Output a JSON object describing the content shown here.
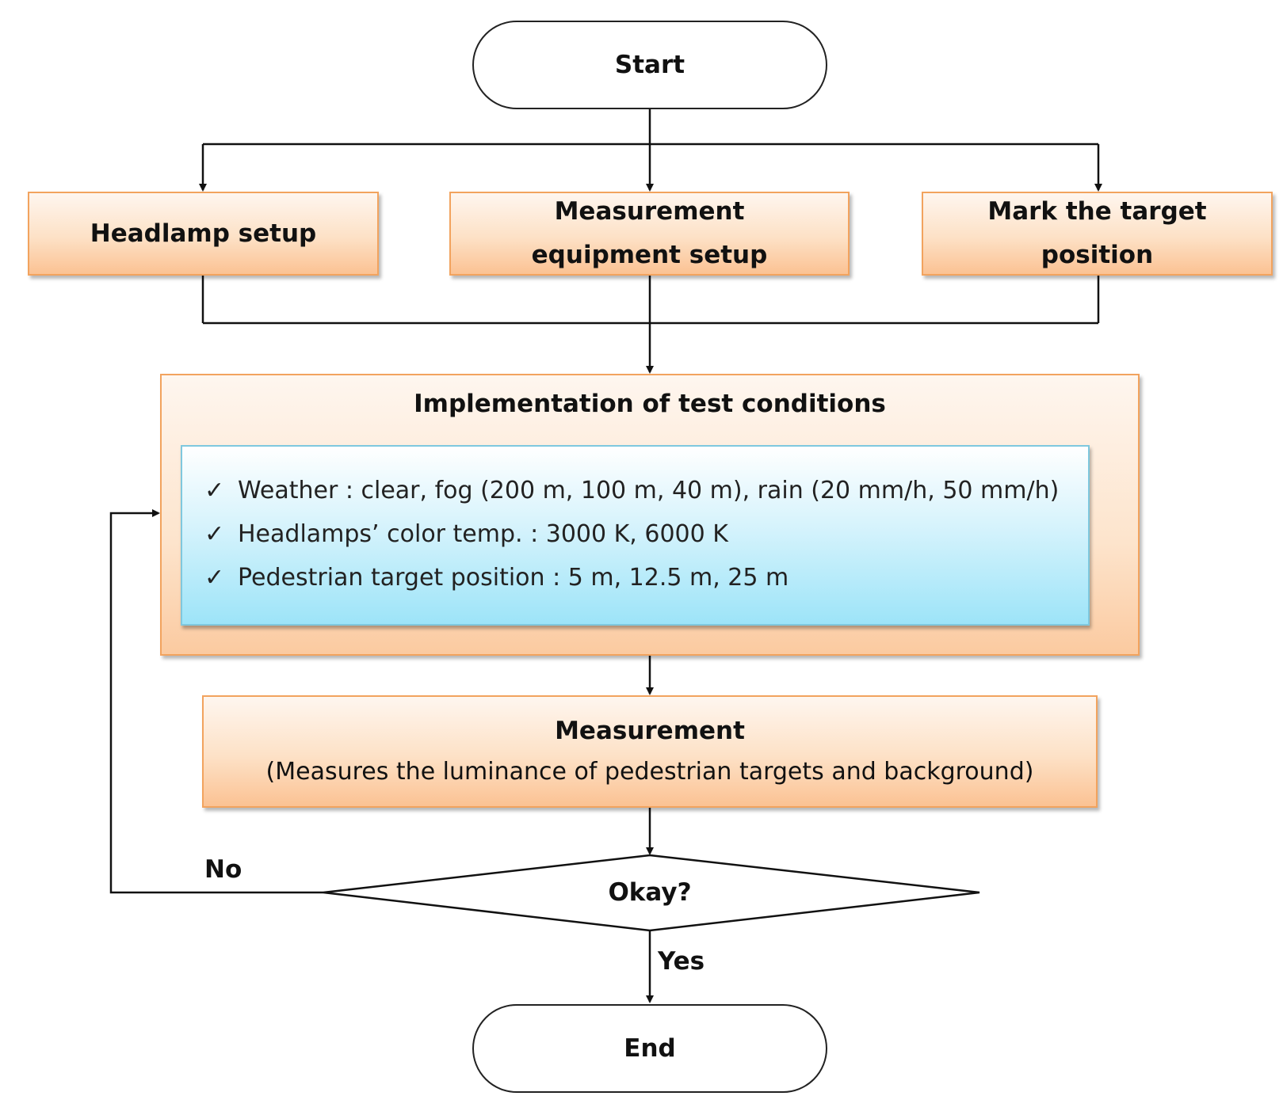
{
  "start": "Start",
  "end": "End",
  "setup": {
    "headlamp": "Headlamp setup",
    "measurement_equipment": [
      "Measurement",
      "equipment setup"
    ],
    "mark_target": [
      "Mark the target",
      "position"
    ]
  },
  "implementation": {
    "title": "Implementation of test conditions",
    "check_glyph": "✓",
    "conditions": [
      "Weather : clear, fog (200 m, 100 m, 40 m), rain (20 mm/h, 50 mm/h)",
      "Headlamps’ color temp. : 3000 K, 6000 K",
      "Pedestrian target position : 5 m, 12.5 m, 25 m"
    ]
  },
  "measurement": {
    "title": "Measurement",
    "subtitle": "(Measures the luminance of pedestrian targets and background)"
  },
  "decision": {
    "question": "Okay?",
    "no_label": "No",
    "yes_label": "Yes"
  },
  "colors": {
    "process_border": "#f2a35e",
    "process_fill": "#fde1c6",
    "conditions_fill": "#9de4f8",
    "line": "#111111"
  }
}
